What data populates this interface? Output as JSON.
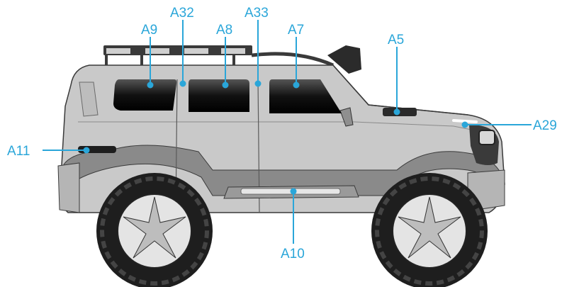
{
  "colors": {
    "callout": "#2aa6d9",
    "body": "#c9c9c9",
    "body_dark": "#8a8a8a",
    "tire": "#1e1e1e",
    "glass": "#1a1a1a",
    "rim": "#e4e4e4",
    "outline": "#3a3a3a"
  },
  "callouts": [
    {
      "id": "a32",
      "label": "A32"
    },
    {
      "id": "a9",
      "label": "A9"
    },
    {
      "id": "a8",
      "label": "A8"
    },
    {
      "id": "a33",
      "label": "A33"
    },
    {
      "id": "a7",
      "label": "A7"
    },
    {
      "id": "a5",
      "label": "A5"
    },
    {
      "id": "a29",
      "label": "A29"
    },
    {
      "id": "a11",
      "label": "A11"
    },
    {
      "id": "a10",
      "label": "A10"
    }
  ]
}
